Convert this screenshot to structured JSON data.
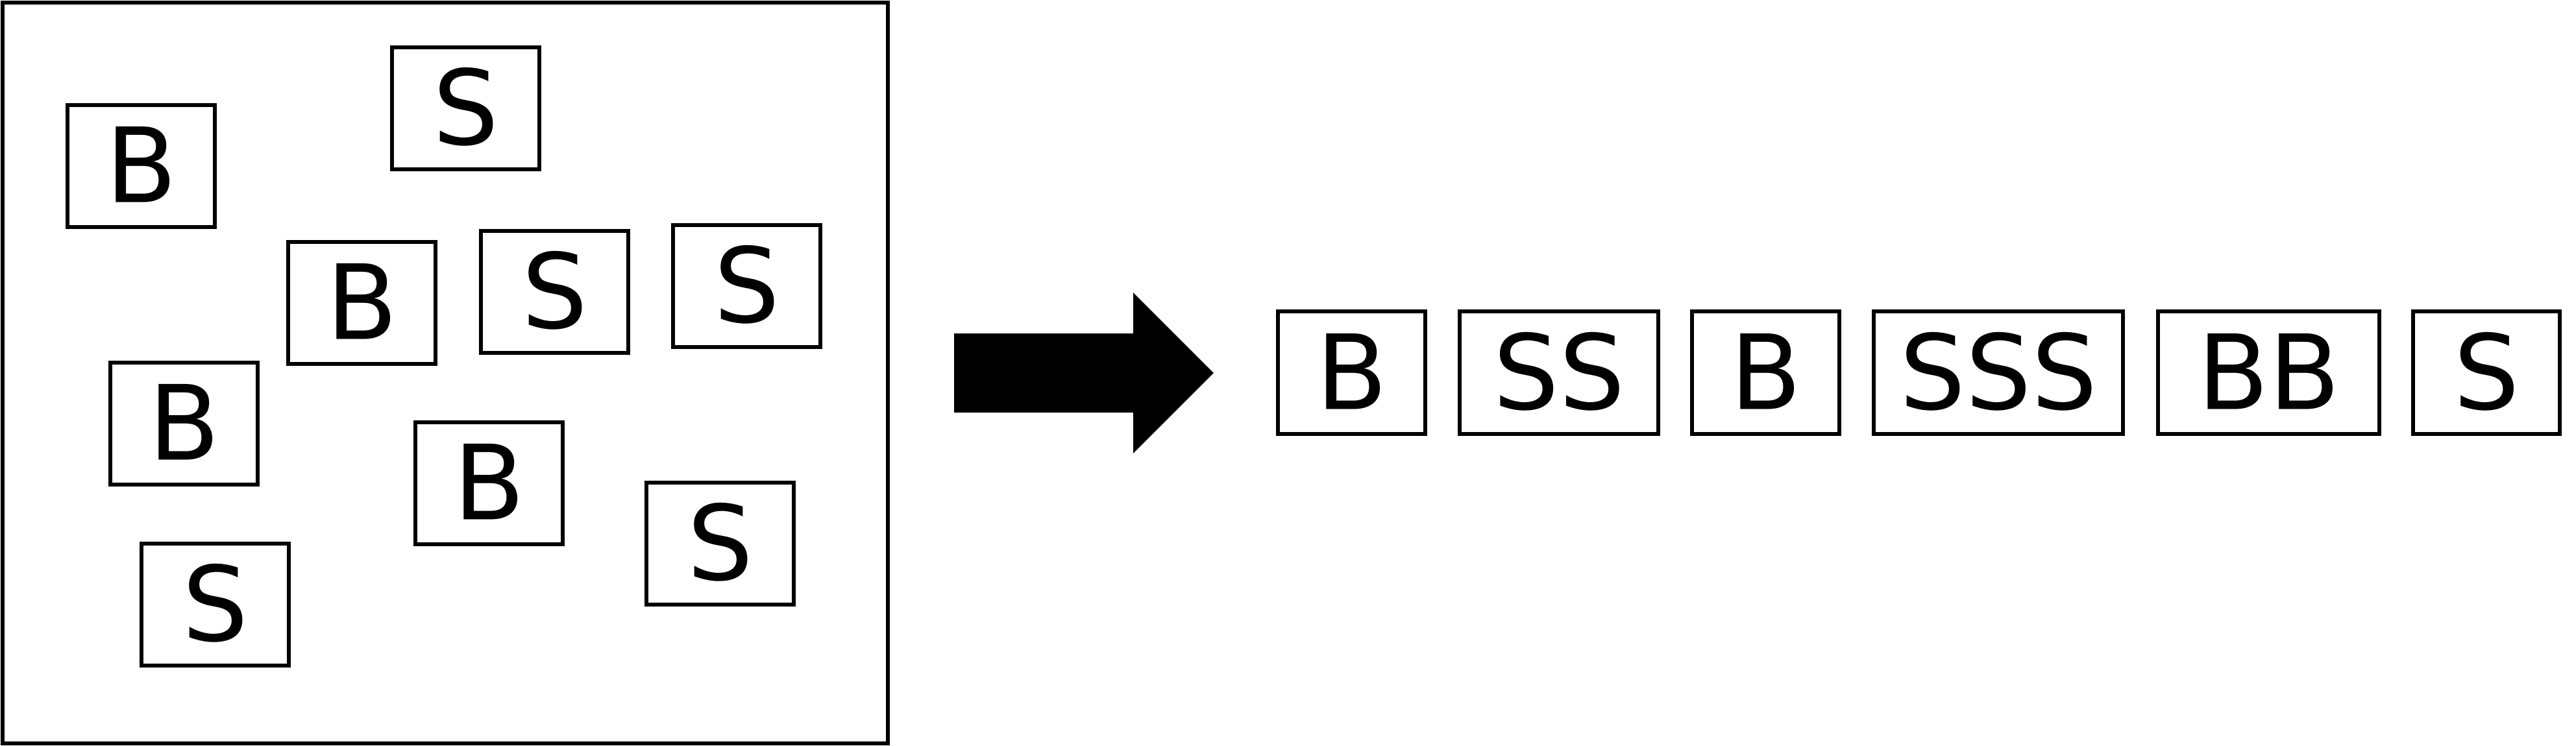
{
  "unsorted_letters": [
    "B",
    "S",
    "B",
    "S",
    "S",
    "B",
    "B",
    "S",
    "S"
  ],
  "arrow": {
    "direction": "right",
    "color": "#000000"
  },
  "sorted_groups": [
    "B",
    "SS",
    "B",
    "SSS",
    "BB",
    "S"
  ],
  "colors": {
    "stroke": "#000000",
    "background": "#ffffff"
  }
}
